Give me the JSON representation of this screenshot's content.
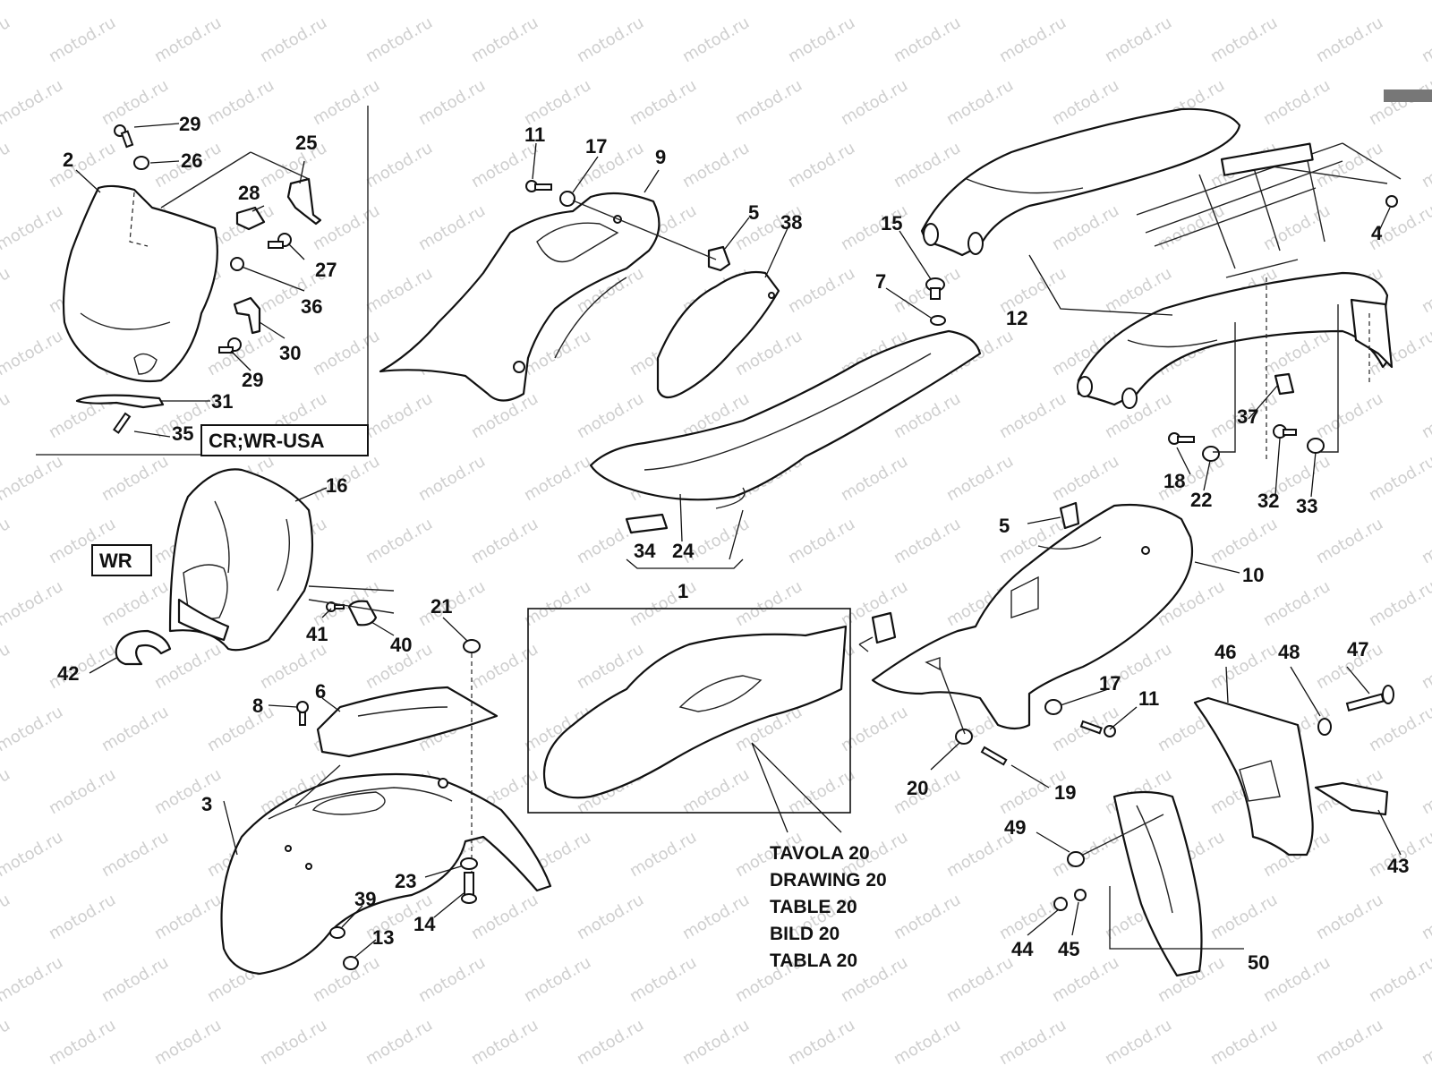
{
  "watermark": "motod.ru",
  "variant_labels": {
    "inset": "CR;WR-USA",
    "headlight": "WR"
  },
  "reference_note": [
    "TAVOLA 20",
    "DRAWING 20",
    "TABLE 20",
    "BILD 20",
    "TABLA 20"
  ],
  "callouts": {
    "c1": "1",
    "c2": "2",
    "c3": "3",
    "c4": "4",
    "c5a": "5",
    "c5b": "5",
    "c6": "6",
    "c7": "7",
    "c8": "8",
    "c9": "9",
    "c10": "10",
    "c11a": "11",
    "c11b": "11",
    "c12": "12",
    "c13": "13",
    "c14": "14",
    "c15": "15",
    "c16": "16",
    "c17a": "17",
    "c17b": "17",
    "c18": "18",
    "c19": "19",
    "c20": "20",
    "c21": "21",
    "c22": "22",
    "c23": "23",
    "c24": "24",
    "c25": "25",
    "c26": "26",
    "c27": "27",
    "c28": "28",
    "c29a": "29",
    "c29b": "29",
    "c30": "30",
    "c31": "31",
    "c32": "32",
    "c33": "33",
    "c34": "34",
    "c35": "35",
    "c36": "36",
    "c37": "37",
    "c38": "38",
    "c39": "39",
    "c40": "40",
    "c41": "41",
    "c42": "42",
    "c43": "43",
    "c44": "44",
    "c45": "45",
    "c46": "46",
    "c47": "47",
    "c48": "48",
    "c49": "49",
    "c50": "50"
  },
  "colors": {
    "line": "#111111",
    "watermark": "#cfcfcf",
    "tab": "#777777"
  }
}
